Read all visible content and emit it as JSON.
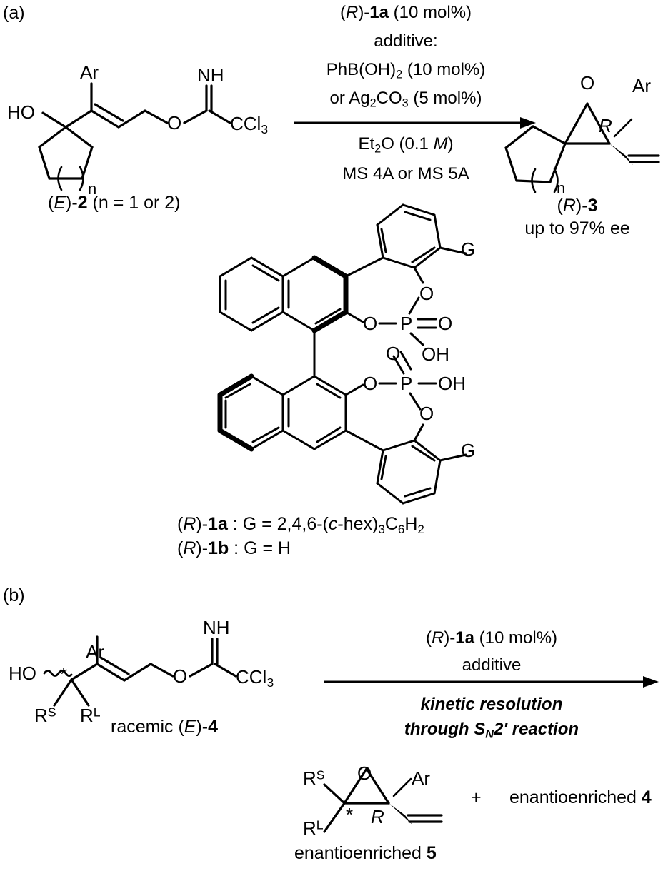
{
  "scheme": {
    "panel_a": {
      "label": "(a)",
      "substrate": {
        "name_prefix": "(",
        "geometry": "E",
        "label": "(E)-2 (n = 1 or 2)",
        "label_parts": {
          "open": "(",
          "desc": "E",
          "close": ")-",
          "num": "2",
          "tail": " (n = 1 or 2)"
        },
        "atoms": {
          "ho": "HO",
          "ar": "Ar",
          "nh": "NH",
          "o": "O",
          "ccl3": "CCl3",
          "n_sub": "n"
        }
      },
      "conditions_above": [
        "(R)-1a (10 mol%)",
        "additive:",
        "PhB(OH)2 (10 mol%)",
        "or Ag2CO3 (5 mol%)"
      ],
      "conditions_below": [
        "Et2O (0.1 M)",
        "MS 4A or MS 5A"
      ],
      "cond_catalyst": {
        "open": "(",
        "desc": "R",
        "close": ")-",
        "num": "1a",
        "amount": " (10 mol%)"
      },
      "cond_additive_header": "additive:",
      "cond_additive_1": {
        "text": "PhB(OH)",
        "sub": "2",
        "tail": " (10 mol%)"
      },
      "cond_additive_2": {
        "pre": "or Ag",
        "sub1": "2",
        "mid": "CO",
        "sub2": "3",
        "tail": " (5 mol%)"
      },
      "cond_solvent": {
        "pre": "Et",
        "sub": "2",
        "mid": "O (0.1 ",
        "ital": "M",
        "tail": ")"
      },
      "cond_sieves": "MS 4A or MS 5A",
      "product": {
        "label_parts": {
          "open": "(",
          "desc": "R",
          "close": ")-",
          "num": "3"
        },
        "ee": "up to 97% ee",
        "atoms": {
          "o": "O",
          "ar": "Ar",
          "stereo": "R",
          "n_sub": "n"
        }
      }
    },
    "catalyst": {
      "atoms": {
        "o": "O",
        "p": "P",
        "oh": "OH",
        "g": "G"
      },
      "legend": [
        {
          "open": "(",
          "desc": "R",
          "close": ")-",
          "num": "1a",
          "eq": " : G = 2,4,6-(",
          "ital": "c",
          "tail": "-hex)3C6H2"
        },
        {
          "open": "(",
          "desc": "R",
          "close": ")-",
          "num": "1b",
          "eq": " : G = H"
        }
      ],
      "legend_1a_plain": "(R)-1a : G = 2,4,6-(c-hex)3C6H2",
      "legend_1b_plain": "(R)-1b : G = H"
    },
    "panel_b": {
      "label": "(b)",
      "substrate": {
        "label_parts": {
          "pre": "racemic (",
          "desc": "E",
          "close": ")-",
          "num": "4"
        },
        "atoms": {
          "ho": "HO",
          "ar": "Ar",
          "nh": "NH",
          "o": "O",
          "ccl3": "CCl3",
          "rs": "R",
          "rs_sup": "S",
          "rl": "R",
          "rl_sup": "L",
          "star": "*"
        }
      },
      "conditions_above": [
        "(R)-1a (10 mol%)",
        "additive"
      ],
      "cond_catalyst": {
        "open": "(",
        "desc": "R",
        "close": ")-",
        "num": "1a",
        "amount": " (10 mol%)"
      },
      "cond_additive": "additive",
      "conditions_below_line1": "kinetic resolution",
      "conditions_below_line2": {
        "pre": "through S",
        "sub": "N",
        "tail": "2' reaction"
      },
      "product": {
        "label_parts": {
          "pre": "enantioenriched ",
          "num": "5"
        },
        "plus": "+",
        "recovered": {
          "pre": "enantioenriched ",
          "num": "4"
        },
        "atoms": {
          "o": "O",
          "ar": "Ar",
          "stereo": "R",
          "star": "*",
          "rs": "R",
          "rs_sup": "S",
          "rl": "R",
          "rl_sup": "L"
        }
      }
    }
  },
  "colors": {
    "ink": "#000000",
    "background": "#ffffff"
  }
}
